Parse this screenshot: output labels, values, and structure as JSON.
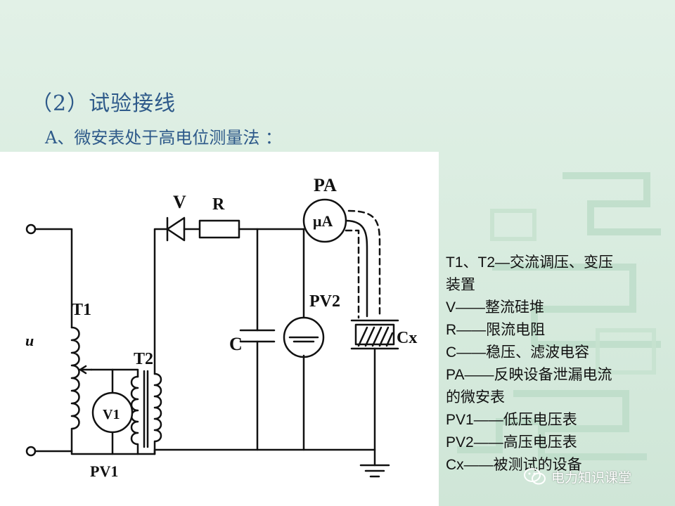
{
  "slide": {
    "title": "（2）试验接线",
    "subtitle": "A、微安表处于高电位测量法 ："
  },
  "diagram": {
    "labels": {
      "T1": "T1",
      "T2": "T2",
      "u": "u",
      "PV1": "PV1",
      "V1": "V1",
      "V": "V",
      "R": "R",
      "PA": "PA",
      "uA": "μA",
      "PV2": "PV2",
      "C": "C",
      "Cx": "Cx"
    }
  },
  "legend": [
    " T1、T2—交流调压、变压",
    "装置",
    " V——整流硅堆",
    " R——限流电阻",
    "C——稳压、滤波电容",
    "PA——反映设备泄漏电流",
    "的微安表",
    "PV1——低压电压表",
    "PV2——高压电压表",
    "Cx——被测试的设备"
  ],
  "watermark": {
    "text": "电力知识课堂",
    "icon": "wechat-icon"
  },
  "colors": {
    "background": "#d9ece0",
    "title": "#2e5a8a",
    "panel": "#ffffff",
    "ink": "#111111"
  }
}
